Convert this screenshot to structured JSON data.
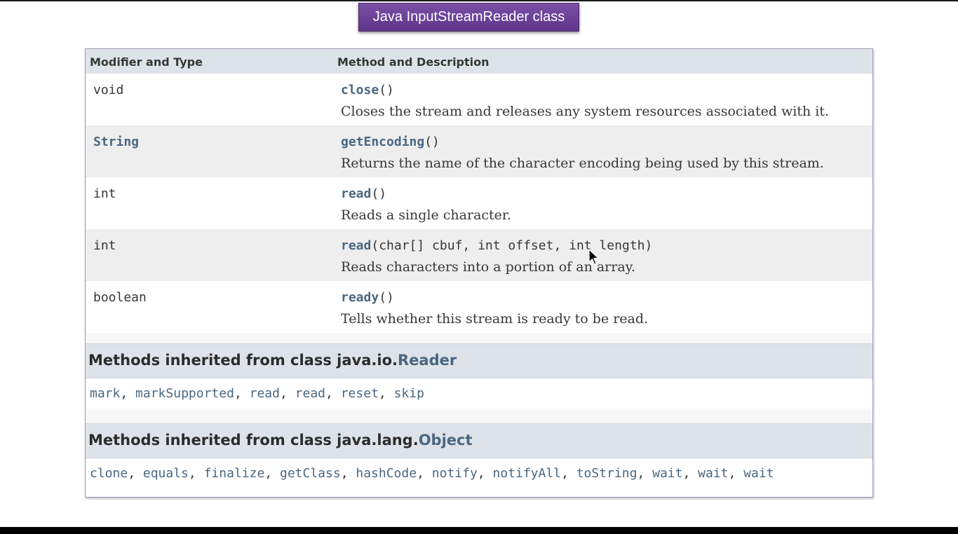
{
  "title": "Java InputStreamReader class",
  "table": {
    "headers": [
      "Modifier and Type",
      "Method and Description"
    ],
    "rows": [
      {
        "type": "void",
        "type_is_link": false,
        "method": "close",
        "params": "()",
        "description": "Closes the stream and releases any system resources associated with it."
      },
      {
        "type": "String",
        "type_is_link": true,
        "method": "getEncoding",
        "params": "()",
        "description": "Returns the name of the character encoding being used by this stream."
      },
      {
        "type": "int",
        "type_is_link": false,
        "method": "read",
        "params": "()",
        "description": "Reads a single character."
      },
      {
        "type": "int",
        "type_is_link": false,
        "method": "read",
        "params": "(char[] cbuf, int offset, int length)",
        "description": "Reads characters into a portion of an array."
      },
      {
        "type": "boolean",
        "type_is_link": false,
        "method": "ready",
        "params": "()",
        "description": "Tells whether this stream is ready to be read."
      }
    ]
  },
  "inherited": [
    {
      "prefix": "Methods inherited from class java.io.",
      "class_name": "Reader",
      "methods": [
        "mark",
        "markSupported",
        "read",
        "read",
        "reset",
        "skip"
      ]
    },
    {
      "prefix": "Methods inherited from class java.lang.",
      "class_name": "Object",
      "methods": [
        "clone",
        "equals",
        "finalize",
        "getClass",
        "hashCode",
        "notify",
        "notifyAll",
        "toString",
        "wait",
        "wait",
        "wait"
      ]
    }
  ],
  "separator": ", ",
  "colors": {
    "link": "#4a6782",
    "header_bg": "#dee3e9",
    "title_bg": "#6b4397",
    "text": "#353833"
  },
  "icons": {
    "cursor": "mouse-pointer-icon"
  }
}
